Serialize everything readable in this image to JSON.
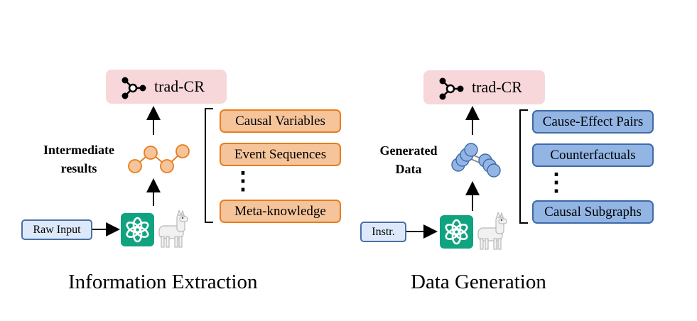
{
  "left_panel": {
    "trad_label": "trad-CR",
    "center_label": "Intermediate\nresults",
    "input_label": "Raw Input",
    "items": [
      "Causal Variables",
      "Event Sequences",
      "Meta-knowledge"
    ],
    "ellipsis": "⋮",
    "caption": "Information Extraction",
    "icons": [
      "graph-node-icon",
      "llm-openai-icon",
      "llama-icon",
      "intermediate-nodes-icon"
    ],
    "accent_fill": "#f5c49a",
    "accent_border": "#e87d1e"
  },
  "right_panel": {
    "trad_label": "trad-CR",
    "center_label": "Generated\nData",
    "input_label": "Instr.",
    "items": [
      "Cause-Effect Pairs",
      "Counterfactuals",
      "Causal Subgraphs"
    ],
    "ellipsis": "⋮",
    "caption": "Data Generation",
    "icons": [
      "graph-node-icon",
      "llm-openai-icon",
      "llama-icon",
      "database-stack-icon"
    ],
    "accent_fill": "#92b5e4",
    "accent_border": "#3f6aa7"
  },
  "colors": {
    "trad_bg": "#f7d7da",
    "input_bg": "#dde9fa",
    "gpt_green": "#10a37f"
  }
}
